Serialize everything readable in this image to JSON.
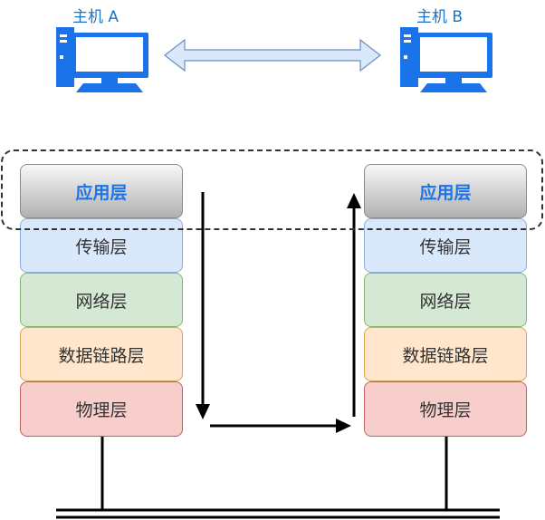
{
  "hosts": {
    "a": {
      "label": "主机 A"
    },
    "b": {
      "label": "主机 B"
    }
  },
  "stack_left": {
    "application": "应用层",
    "transport": "传输层",
    "network": "网络层",
    "datalink": "数据链路层",
    "physical": "物理层"
  },
  "stack_right": {
    "application": "应用层",
    "transport": "传输层",
    "network": "网络层",
    "datalink": "数据链路层",
    "physical": "物理层"
  },
  "colors": {
    "host_icon": "#1a73e8",
    "link_arrow_fill": "#dae8fc",
    "link_arrow_stroke": "#6c8ebf"
  }
}
